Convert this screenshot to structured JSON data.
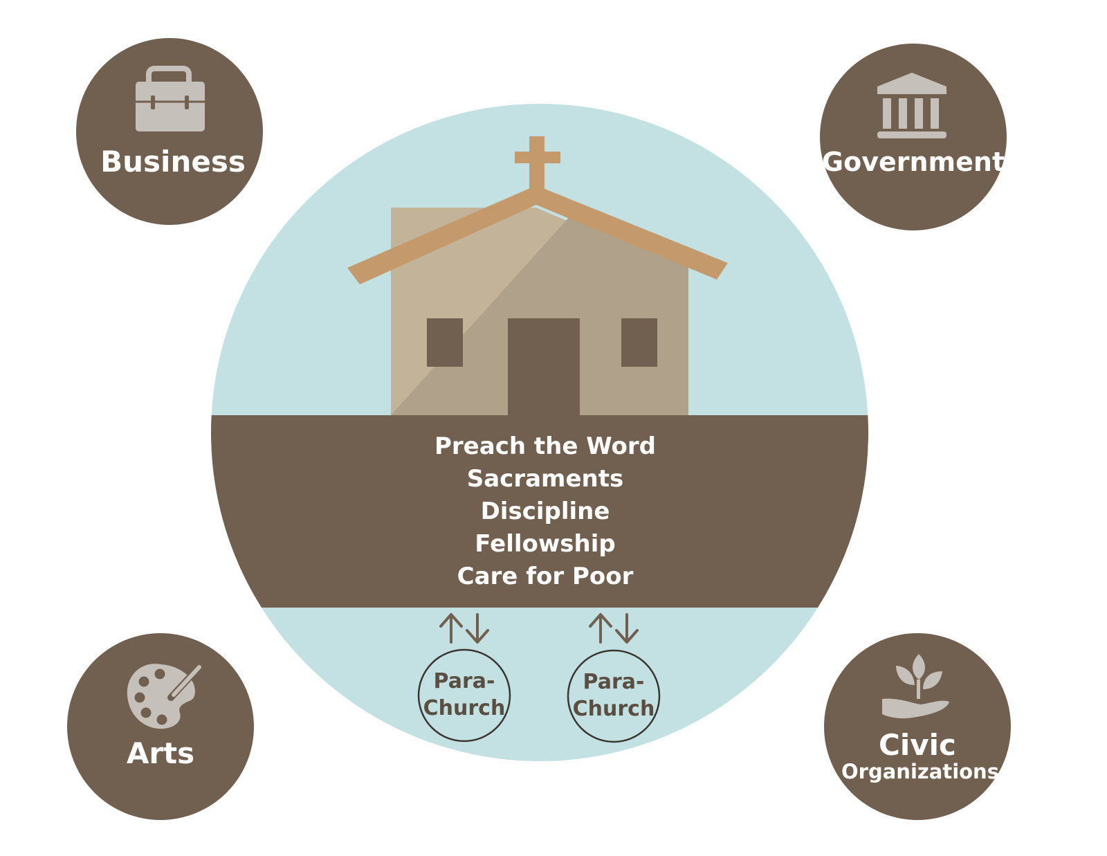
{
  "colors": {
    "sky": "#c3e1e2",
    "brown": "#716050",
    "wall_light": "#c2b399",
    "wall_dark": "#b0a28a",
    "roof": "#c49a6c",
    "icon_gray": "#c6c0ba",
    "white": "#ffffff"
  },
  "sectors": {
    "business": {
      "label": "Business",
      "icon": "briefcase-icon"
    },
    "government": {
      "label": "Government",
      "icon": "government-building-icon"
    },
    "arts": {
      "label": "Arts",
      "icon": "paint-palette-icon"
    },
    "civic": {
      "label_line1": "Civic",
      "label_line2": "Organizations",
      "icon": "hand-with-plant-icon"
    }
  },
  "church": {
    "icon": "church-building-icon",
    "functions": [
      "Preach the Word",
      "Sacraments",
      "Discipline",
      "Fellowship",
      "Care for Poor"
    ]
  },
  "parachurch": [
    {
      "line1": "Para-",
      "line2": "Church",
      "icon": "up-down-arrows-icon"
    },
    {
      "line1": "Para-",
      "line2": "Church",
      "icon": "up-down-arrows-icon"
    }
  ]
}
